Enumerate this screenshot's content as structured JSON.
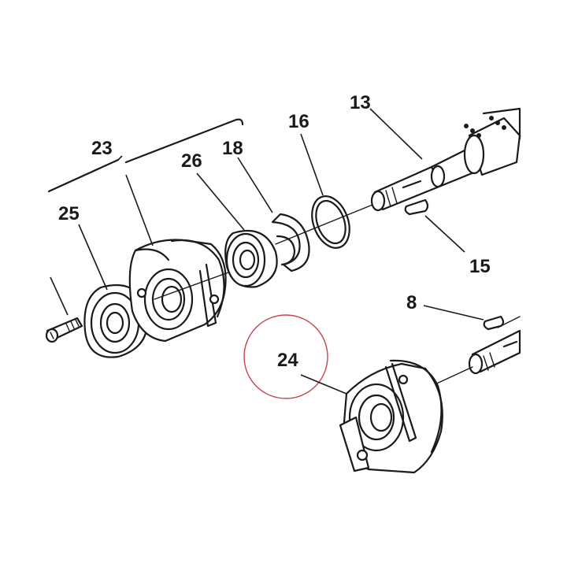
{
  "diagram": {
    "callouts": {
      "c8": "8",
      "c13": "13",
      "c15": "15",
      "c16": "16",
      "c18": "18",
      "c23": "23",
      "c24": "24",
      "c25": "25",
      "c26": "26"
    },
    "highlight_color": "#c8434e",
    "highlighted_part": "24"
  }
}
